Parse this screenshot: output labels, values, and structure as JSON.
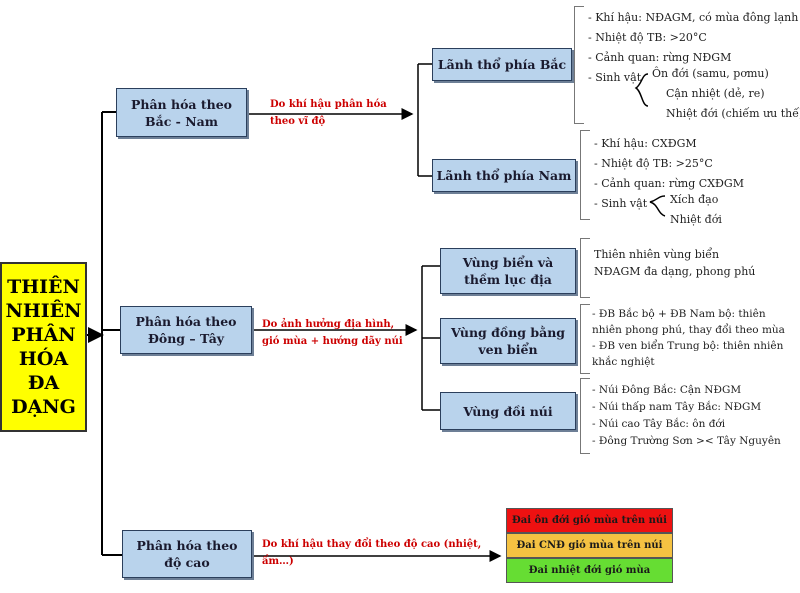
{
  "main_topic": "THIÊN\nNHIÊN\nPHÂN\nHÓA\nĐA\nDẠNG",
  "branches": [
    {
      "label": "Phân hóa theo\nBắc - Nam",
      "cause": [
        "Do khí hậu phân hóa",
        "theo vĩ độ"
      ],
      "regions": [
        {
          "label": "Lãnh thổ phía Bắc",
          "notes": [
            "- Khí hậu: NĐAGM, có mùa đông lạnh",
            "- Nhiệt độ TB: >20°C",
            "- Cảnh quan: rừng NĐGM",
            "- Sinh vật"
          ],
          "biota": [
            "Ôn đới (samu, pơmu)",
            "Cận nhiệt (dẻ, re)",
            "Nhiệt đới (chiếm ưu thế)"
          ]
        },
        {
          "label": "Lãnh thổ phía Nam",
          "notes": [
            "- Khí hậu: CXĐGM",
            "- Nhiệt độ TB: >25°C",
            "- Cảnh quan: rừng CXĐGM",
            "- Sinh vật"
          ],
          "biota": [
            "Xích đạo",
            "Nhiệt đới"
          ]
        }
      ]
    },
    {
      "label": "Phân hóa theo\nĐông – Tây",
      "cause": [
        "Do ảnh hưởng địa hình,",
        "gió mùa + hướng dãy núi"
      ],
      "regions": [
        {
          "label": "Vùng biển và\nthềm lục địa",
          "notes": [
            "Thiên nhiên vùng biển",
            "NĐAGM đa dạng, phong phú"
          ]
        },
        {
          "label": "Vùng đồng bằng\nven biển",
          "notes": [
            "- ĐB Bắc bộ + ĐB Nam bộ: thiên",
            "nhiên phong phú, thay đổi theo mùa",
            "- ĐB ven biển Trung bộ: thiên nhiên",
            "khắc nghiệt"
          ]
        },
        {
          "label": "Vùng đồi núi",
          "notes": [
            "- Núi Đông Bắc: Cận NĐGM",
            "- Núi thấp nam Tây Bắc: NĐGM",
            "- Núi cao Tây Bắc: ôn đới",
            "- Đông Trường Sơn >< Tây Nguyên"
          ]
        }
      ]
    },
    {
      "label": "Phân hóa theo\nđộ cao",
      "cause": [
        "Do khí hậu thay đổi theo độ cao (nhiệt, ẩm…)"
      ],
      "zones": [
        {
          "label": "Đai ôn đới gió mùa trên núi",
          "color": "#ee1111"
        },
        {
          "label": "Đai CNĐ gió mùa trên núi",
          "color": "#f5c242"
        },
        {
          "label": "Đai nhiệt đới gió mùa",
          "color": "#66dd33"
        }
      ]
    }
  ]
}
